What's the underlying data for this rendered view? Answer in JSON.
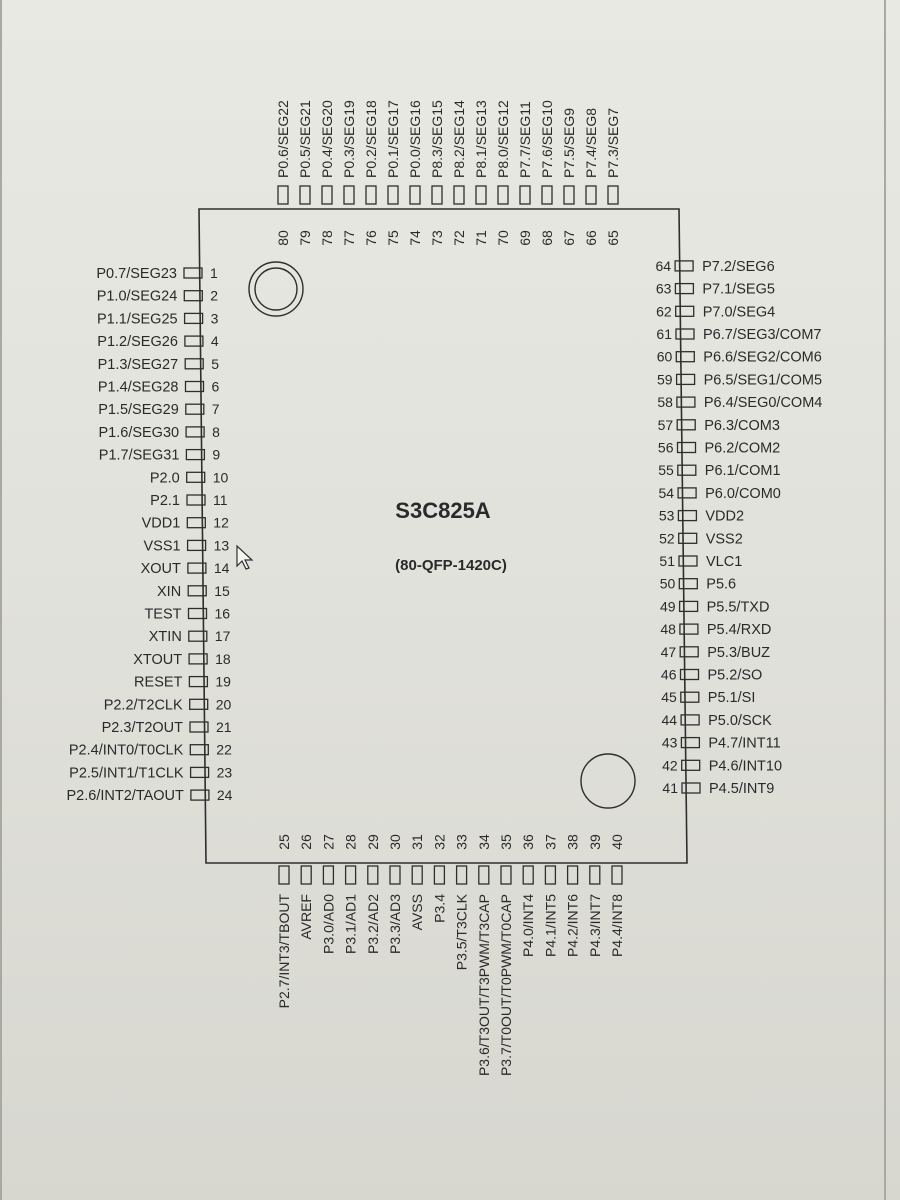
{
  "chip": {
    "part_number": "S3C825A",
    "package": "(80-QFP-1420C)"
  },
  "pins": {
    "left": [
      {
        "num": "1",
        "label": "P0.7/SEG23"
      },
      {
        "num": "2",
        "label": "P1.0/SEG24"
      },
      {
        "num": "3",
        "label": "P1.1/SEG25"
      },
      {
        "num": "4",
        "label": "P1.2/SEG26"
      },
      {
        "num": "5",
        "label": "P1.3/SEG27"
      },
      {
        "num": "6",
        "label": "P1.4/SEG28"
      },
      {
        "num": "7",
        "label": "P1.5/SEG29"
      },
      {
        "num": "8",
        "label": "P1.6/SEG30"
      },
      {
        "num": "9",
        "label": "P1.7/SEG31"
      },
      {
        "num": "10",
        "label": "P2.0"
      },
      {
        "num": "11",
        "label": "P2.1"
      },
      {
        "num": "12",
        "label": "VDD1"
      },
      {
        "num": "13",
        "label": "VSS1"
      },
      {
        "num": "14",
        "label": "XOUT"
      },
      {
        "num": "15",
        "label": "XIN"
      },
      {
        "num": "16",
        "label": "TEST"
      },
      {
        "num": "17",
        "label": "XTIN"
      },
      {
        "num": "18",
        "label": "XTOUT"
      },
      {
        "num": "19",
        "label": "RESET"
      },
      {
        "num": "20",
        "label": "P2.2/T2CLK"
      },
      {
        "num": "21",
        "label": "P2.3/T2OUT"
      },
      {
        "num": "22",
        "label": "P2.4/INT0/T0CLK"
      },
      {
        "num": "23",
        "label": "P2.5/INT1/T1CLK"
      },
      {
        "num": "24",
        "label": "P2.6/INT2/TAOUT"
      }
    ],
    "bottom": [
      {
        "num": "25",
        "label": "P2.7/INT3/TBOUT"
      },
      {
        "num": "26",
        "label": "AVREF"
      },
      {
        "num": "27",
        "label": "P3.0/AD0"
      },
      {
        "num": "28",
        "label": "P3.1/AD1"
      },
      {
        "num": "29",
        "label": "P3.2/AD2"
      },
      {
        "num": "30",
        "label": "P3.3/AD3"
      },
      {
        "num": "31",
        "label": "AVSS"
      },
      {
        "num": "32",
        "label": "P3.4"
      },
      {
        "num": "33",
        "label": "P3.5/T3CLK"
      },
      {
        "num": "34",
        "label": "P3.6/T3OUT/T3PWM/T3CAP"
      },
      {
        "num": "35",
        "label": "P3.7/T0OUT/T0PWM/T0CAP"
      },
      {
        "num": "36",
        "label": "P4.0/INT4"
      },
      {
        "num": "37",
        "label": "P4.1/INT5"
      },
      {
        "num": "38",
        "label": "P4.2/INT6"
      },
      {
        "num": "39",
        "label": "P4.3/INT7"
      },
      {
        "num": "40",
        "label": "P4.4/INT8"
      }
    ],
    "right": [
      {
        "num": "41",
        "label": "P4.5/INT9"
      },
      {
        "num": "42",
        "label": "P4.6/INT10"
      },
      {
        "num": "43",
        "label": "P4.7/INT11"
      },
      {
        "num": "44",
        "label": "P5.0/SCK"
      },
      {
        "num": "45",
        "label": "P5.1/SI"
      },
      {
        "num": "46",
        "label": "P5.2/SO"
      },
      {
        "num": "47",
        "label": "P5.3/BUZ"
      },
      {
        "num": "48",
        "label": "P5.4/RXD"
      },
      {
        "num": "49",
        "label": "P5.5/TXD"
      },
      {
        "num": "50",
        "label": "P5.6"
      },
      {
        "num": "51",
        "label": "VLC1"
      },
      {
        "num": "52",
        "label": "VSS2"
      },
      {
        "num": "53",
        "label": "VDD2"
      },
      {
        "num": "54",
        "label": "P6.0/COM0"
      },
      {
        "num": "55",
        "label": "P6.1/COM1"
      },
      {
        "num": "56",
        "label": "P6.2/COM2"
      },
      {
        "num": "57",
        "label": "P6.3/COM3"
      },
      {
        "num": "58",
        "label": "P6.4/SEG0/COM4"
      },
      {
        "num": "59",
        "label": "P6.5/SEG1/COM5"
      },
      {
        "num": "60",
        "label": "P6.6/SEG2/COM6"
      },
      {
        "num": "61",
        "label": "P6.7/SEG3/COM7"
      },
      {
        "num": "62",
        "label": "P7.0/SEG4"
      },
      {
        "num": "63",
        "label": "P7.1/SEG5"
      },
      {
        "num": "64",
        "label": "P7.2/SEG6"
      }
    ],
    "top": [
      {
        "num": "65",
        "label": "P7.3/SEG7"
      },
      {
        "num": "66",
        "label": "P7.4/SEG8"
      },
      {
        "num": "67",
        "label": "P7.5/SEG9"
      },
      {
        "num": "68",
        "label": "P7.6/SEG10"
      },
      {
        "num": "69",
        "label": "P7.7/SEG11"
      },
      {
        "num": "70",
        "label": "P8.0/SEG12"
      },
      {
        "num": "71",
        "label": "P8.1/SEG13"
      },
      {
        "num": "72",
        "label": "P8.2/SEG14"
      },
      {
        "num": "73",
        "label": "P8.3/SEG15"
      },
      {
        "num": "74",
        "label": "P0.0/SEG16"
      },
      {
        "num": "75",
        "label": "P0.1/SEG17"
      },
      {
        "num": "76",
        "label": "P0.2/SEG18"
      },
      {
        "num": "77",
        "label": "P0.3/SEG19"
      },
      {
        "num": "78",
        "label": "P0.4/SEG20"
      },
      {
        "num": "79",
        "label": "P0.5/SEG21"
      },
      {
        "num": "80",
        "label": "P0.6/SEG22"
      }
    ]
  },
  "colors": {
    "ink": "#2a2a2a",
    "paper": "#e6e6e0"
  }
}
